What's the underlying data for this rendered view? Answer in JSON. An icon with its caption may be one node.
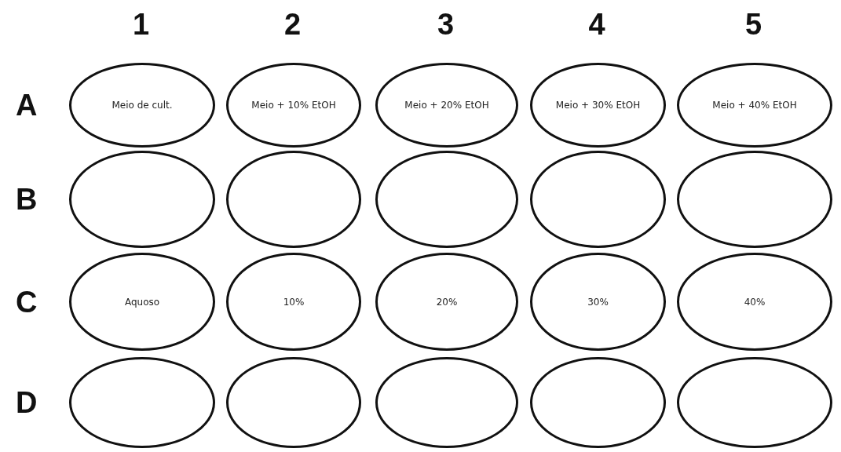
{
  "diagram": {
    "nodes": [
      {
        "text": [
          "Meio de cult."
        ]
      },
      {
        "text": [
          "Meio + 10% EtOH"
        ]
      },
      {
        "text": [
          "Meio + 20% EtOH"
        ]
      },
      {
        "text": [
          "Meio + 30% EtOH"
        ]
      },
      {
        "text": [
          "Meio + 40% EtOH"
        ]
      },
      {
        "text": [],
        "shape": "circle"
      },
      {
        "text": [],
        "shape": "circle"
      },
      {
        "text": [],
        "shape": "circle"
      },
      {
        "text": [],
        "shape": "circle"
      },
      {
        "text": [],
        "shape": "circle"
      },
      {
        "text": [
          "Aquoso"
        ]
      },
      {
        "text": [
          "10%"
        ]
      },
      {
        "text": [
          "20%"
        ]
      },
      {
        "text": [
          "30%"
        ]
      },
      {
        "text": [
          "40%"
        ]
      },
      {
        "text": [],
        "shape": "circle"
      },
      {
        "text": [],
        "shape": "circle"
      },
      {
        "text": [],
        "shape": "circle"
      },
      {
        "text": [],
        "shape": "circle"
      },
      {
        "text": [],
        "shape": "circle"
      }
    ],
    "edges": [],
    "labels": [
      "1",
      "2",
      "3",
      "4",
      "5",
      "A",
      "B",
      "C",
      "D"
    ]
  }
}
